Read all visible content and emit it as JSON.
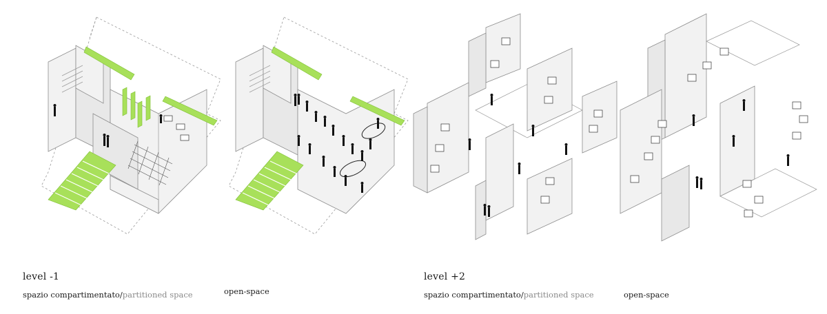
{
  "captions": {
    "level_left": "level -1",
    "level_right": "level +2",
    "partitioned_left_it": "spazio compartimentato/",
    "partitioned_left_en": "partitioned space",
    "openspace_left": "open-space",
    "partitioned_right_it": "spazio compartimentato/",
    "partitioned_right_en": "partitioned space",
    "openspace_right": "open-space"
  },
  "colors": {
    "accent_green": "#a8e05a",
    "text_dark": "#1a1a1a",
    "text_grey": "#8a8a8a"
  }
}
